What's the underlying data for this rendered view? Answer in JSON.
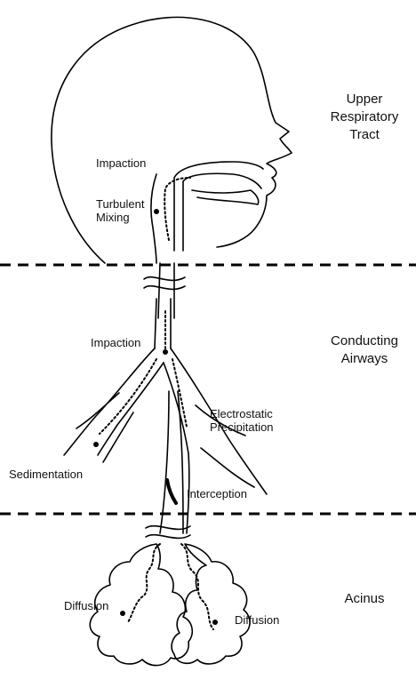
{
  "regions": {
    "upper": [
      "Upper",
      "Respiratory",
      "Tract"
    ],
    "conducting": [
      "Conducting",
      "Airways"
    ],
    "acinus": "Acinus"
  },
  "mechanisms": {
    "impaction_upper": "Impaction",
    "turbulent_mixing": [
      "Turbulent",
      "Mixing"
    ],
    "impaction_conducting": "Impaction",
    "electrostatic_precipitation": [
      "Electrostatic",
      "Precipitation"
    ],
    "sedimentation": "Sedimentation",
    "interception": "Interception",
    "diffusion_left": "Diffusion",
    "diffusion_right": "Diffusion"
  }
}
